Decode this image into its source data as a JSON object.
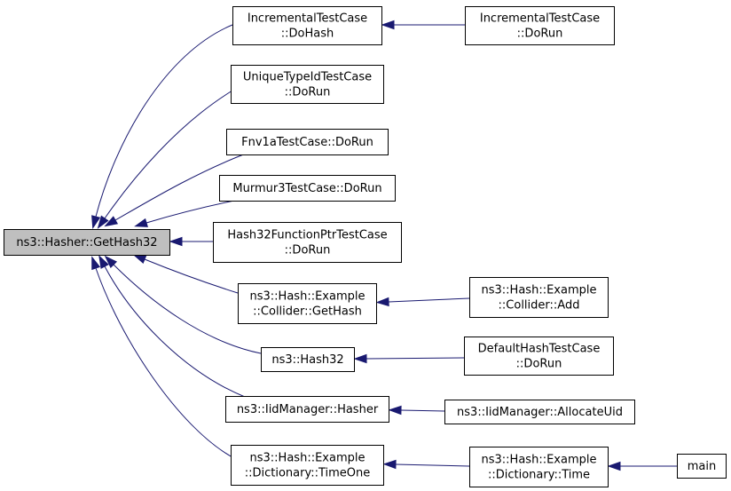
{
  "title": "ns3::Hasher::GetHash32 caller graph",
  "colors": {
    "edge": "#191970",
    "root_fill": "#bfbfbf",
    "node_fill": "#ffffff",
    "node_border": "#000000"
  },
  "nodes": [
    {
      "id": "root",
      "lines": [
        "ns3::Hasher::GetHash32"
      ],
      "root": true
    },
    {
      "id": "incremental-dohash",
      "lines": [
        "IncrementalTestCase",
        "::DoHash"
      ]
    },
    {
      "id": "incremental-dorun",
      "lines": [
        "IncrementalTestCase",
        "::DoRun"
      ]
    },
    {
      "id": "uniquetypeid-dorun",
      "lines": [
        "UniqueTypeIdTestCase",
        "::DoRun"
      ]
    },
    {
      "id": "fnv1a-dorun",
      "lines": [
        "Fnv1aTestCase::DoRun"
      ]
    },
    {
      "id": "murmur3-dorun",
      "lines": [
        "Murmur3TestCase::DoRun"
      ]
    },
    {
      "id": "hash32fptr-dorun",
      "lines": [
        "Hash32FunctionPtrTestCase",
        "::DoRun"
      ]
    },
    {
      "id": "collider-gethash",
      "lines": [
        "ns3::Hash::Example",
        "::Collider::GetHash"
      ]
    },
    {
      "id": "collider-add",
      "lines": [
        "ns3::Hash::Example",
        "::Collider::Add"
      ]
    },
    {
      "id": "hash32",
      "lines": [
        "ns3::Hash32"
      ]
    },
    {
      "id": "defaulthash-dorun",
      "lines": [
        "DefaultHashTestCase",
        "::DoRun"
      ]
    },
    {
      "id": "iidmanager-hasher",
      "lines": [
        "ns3::IidManager::Hasher"
      ]
    },
    {
      "id": "iidmanager-allocateuid",
      "lines": [
        "ns3::IidManager::AllocateUid"
      ]
    },
    {
      "id": "dictionary-timeone",
      "lines": [
        "ns3::Hash::Example",
        "::Dictionary::TimeOne"
      ]
    },
    {
      "id": "dictionary-time",
      "lines": [
        "ns3::Hash::Example",
        "::Dictionary::Time"
      ]
    },
    {
      "id": "main",
      "lines": [
        "main"
      ]
    }
  ],
  "edges": [
    {
      "from": "incremental-dohash",
      "to": "root"
    },
    {
      "from": "uniquetypeid-dorun",
      "to": "root"
    },
    {
      "from": "fnv1a-dorun",
      "to": "root"
    },
    {
      "from": "murmur3-dorun",
      "to": "root"
    },
    {
      "from": "hash32fptr-dorun",
      "to": "root"
    },
    {
      "from": "collider-gethash",
      "to": "root"
    },
    {
      "from": "hash32",
      "to": "root"
    },
    {
      "from": "iidmanager-hasher",
      "to": "root"
    },
    {
      "from": "dictionary-timeone",
      "to": "root"
    },
    {
      "from": "incremental-dorun",
      "to": "incremental-dohash"
    },
    {
      "from": "collider-add",
      "to": "collider-gethash"
    },
    {
      "from": "defaulthash-dorun",
      "to": "hash32"
    },
    {
      "from": "iidmanager-allocateuid",
      "to": "iidmanager-hasher"
    },
    {
      "from": "dictionary-time",
      "to": "dictionary-timeone"
    },
    {
      "from": "main",
      "to": "dictionary-time"
    }
  ]
}
